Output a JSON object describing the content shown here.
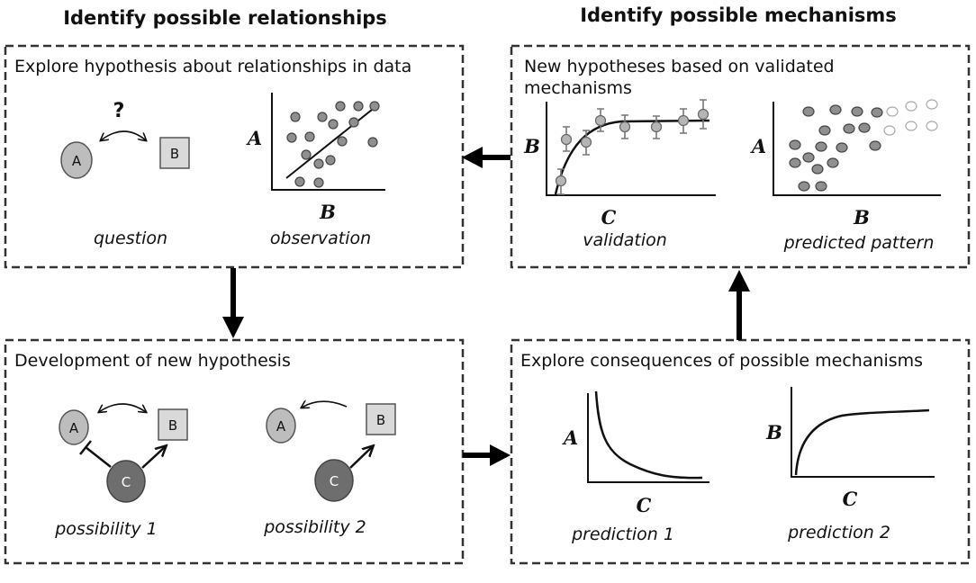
{
  "headings": {
    "left": "Identify possible relationships",
    "right": "Identify possible mechanisms"
  },
  "panels": {
    "top_left": {
      "title": "Explore hypothesis about relationships in data",
      "question_mark": "?",
      "node_a": "A",
      "node_b": "B",
      "caption_question": "question",
      "caption_observation": "observation",
      "y_axis": "A",
      "x_axis": "B"
    },
    "top_right": {
      "title_line1": "New hypotheses based on validated",
      "title_line2": "mechanisms",
      "validation_y": "B",
      "validation_x": "C",
      "caption_validation": "validation",
      "pattern_y": "A",
      "pattern_x": "B",
      "caption_pattern": "predicted pattern"
    },
    "bottom_left": {
      "title": "Development of new hypothesis",
      "node_a": "A",
      "node_b": "B",
      "node_c": "C",
      "caption_possibility1": "possibility 1",
      "caption_possibility2": "possibility 2"
    },
    "bottom_right": {
      "title": "Explore consequences of possible mechanisms",
      "pred1_y": "A",
      "pred1_x": "C",
      "caption_prediction1": "prediction 1",
      "pred2_y": "B",
      "pred2_x": "C",
      "caption_prediction2": "prediction 2"
    }
  },
  "colors": {
    "node_a_fill": "#bdbdbd",
    "node_c_fill": "#6e6e6e",
    "node_b_fill": "#d9d9d9",
    "panel_border": "#333333"
  }
}
